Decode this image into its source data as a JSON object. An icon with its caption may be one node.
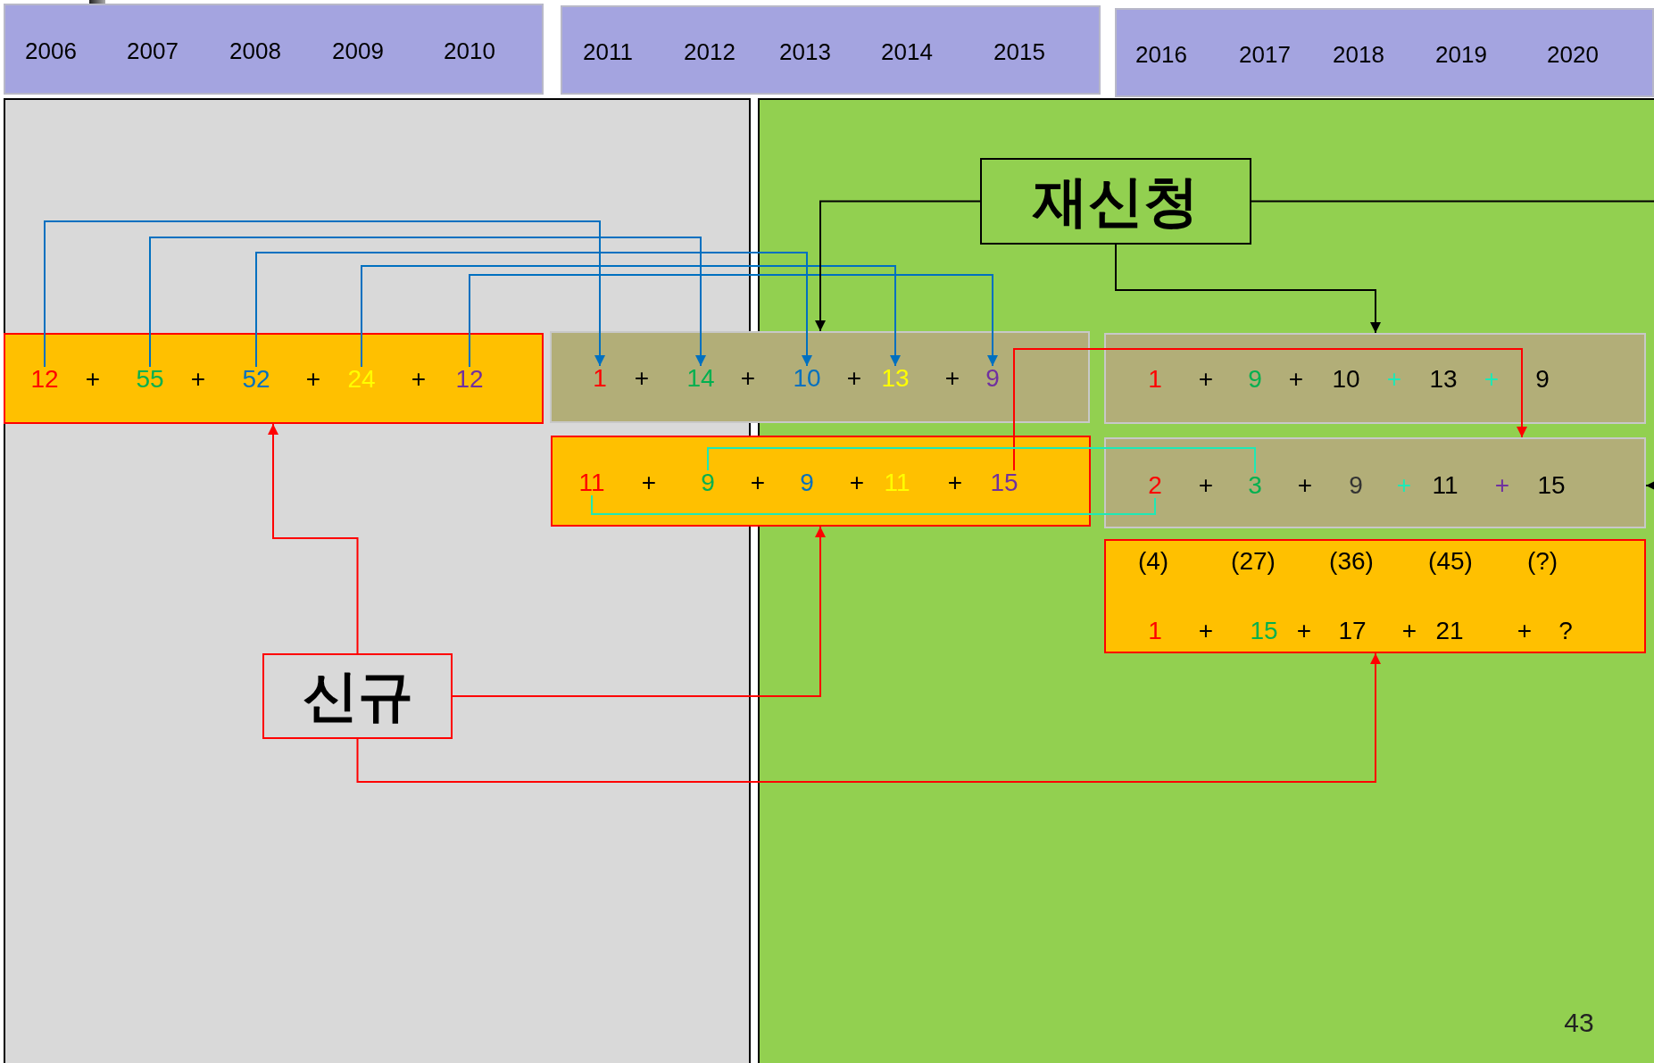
{
  "diagram": {
    "nodes": [
      {
        "text": [
          "2006",
          "2007",
          "2008",
          "2009",
          "2010"
        ]
      },
      {
        "text": [
          "2011",
          "2012",
          "2013",
          "2014",
          "2015"
        ]
      },
      {
        "text": [
          "2016",
          "2017",
          "2018",
          "2019",
          "2020"
        ]
      },
      {
        "text": [
          "재신청"
        ]
      },
      {
        "text": [
          "+",
          "+",
          "+",
          "+"
        ]
      },
      {
        "text": [
          "12"
        ],
        "in": 4
      },
      {
        "text": [
          "55"
        ],
        "in": 4
      },
      {
        "text": [
          "52"
        ],
        "in": 4
      },
      {
        "text": [
          "24"
        ],
        "in": 4
      },
      {
        "text": [
          "12"
        ],
        "in": 4
      },
      {
        "text": [
          "+",
          "+",
          "+",
          "+"
        ]
      },
      {
        "text": [
          "1"
        ],
        "in": 10
      },
      {
        "text": [
          "14"
        ],
        "in": 10
      },
      {
        "text": [
          "10"
        ],
        "in": 10
      },
      {
        "text": [
          "13"
        ],
        "in": 10
      },
      {
        "text": [
          "9"
        ],
        "in": 10
      },
      {
        "text": [
          "+",
          "+",
          "+",
          "+"
        ]
      },
      {
        "text": [
          "1"
        ],
        "in": 16
      },
      {
        "text": [
          "9"
        ],
        "in": 16
      },
      {
        "text": [
          "10"
        ],
        "in": 16
      },
      {
        "text": [
          "13"
        ],
        "in": 16
      },
      {
        "text": [
          "9"
        ],
        "in": 16
      },
      {
        "text": [
          "+",
          "+",
          "+",
          "+"
        ]
      },
      {
        "text": [
          "11"
        ],
        "in": 22
      },
      {
        "text": [
          "9"
        ],
        "in": 22
      },
      {
        "text": [
          "9"
        ],
        "in": 22
      },
      {
        "text": [
          "11"
        ],
        "in": 22
      },
      {
        "text": [
          "15"
        ],
        "in": 22
      },
      {
        "text": [
          "+",
          "+",
          "+",
          "+"
        ]
      },
      {
        "text": [
          "2"
        ],
        "in": 28
      },
      {
        "text": [
          "3"
        ],
        "in": 28
      },
      {
        "text": [
          "9"
        ],
        "in": 28
      },
      {
        "text": [
          "11"
        ],
        "in": 28
      },
      {
        "text": [
          "15"
        ],
        "in": 28
      },
      {
        "text": [
          "(4)",
          "(27)",
          "(36)",
          "(45)",
          "(?)",
          "+",
          "+",
          "+",
          "+"
        ]
      },
      {
        "text": [
          "1"
        ],
        "in": 34
      },
      {
        "text": [
          "15"
        ],
        "in": 34
      },
      {
        "text": [
          "17"
        ],
        "in": 34
      },
      {
        "text": [
          "21"
        ],
        "in": 34
      },
      {
        "text": [
          "?"
        ],
        "in": 34
      },
      {
        "text": [
          "신규"
        ]
      }
    ],
    "edges": [
      {
        "from": 5,
        "to": 11,
        "arrow": "to"
      },
      {
        "from": 6,
        "to": 12,
        "arrow": "to"
      },
      {
        "from": 7,
        "to": 13,
        "arrow": "to"
      },
      {
        "from": 8,
        "to": 14,
        "arrow": "to"
      },
      {
        "from": 9,
        "to": 15,
        "arrow": "to"
      },
      {
        "from": 3,
        "to": 10,
        "arrow": "to",
        "color": "#000000"
      },
      {
        "from": 3,
        "to": 16,
        "arrow": "to",
        "color": "#000000"
      },
      {
        "from": 3,
        "to": null,
        "arrow": "none",
        "color": "#000000"
      },
      {
        "from": null,
        "to": 28,
        "arrow": "to",
        "color": "#000000"
      },
      {
        "from": 40,
        "to": 4,
        "arrow": "to",
        "color": "#ff0000"
      },
      {
        "from": 40,
        "to": 22,
        "arrow": "to",
        "color": "#ff0000"
      },
      {
        "from": 40,
        "to": 34,
        "arrow": "to",
        "color": "#ff0000"
      },
      {
        "from": 27,
        "to": 28,
        "arrow": "to",
        "color": "#ff0000"
      },
      {
        "from": 24,
        "to": 30,
        "arrow": "none",
        "color": "#1de9b6"
      },
      {
        "from": 23,
        "to": 29,
        "arrow": "none",
        "color": "#1de9b6"
      }
    ],
    "labels": [
      "43"
    ]
  }
}
